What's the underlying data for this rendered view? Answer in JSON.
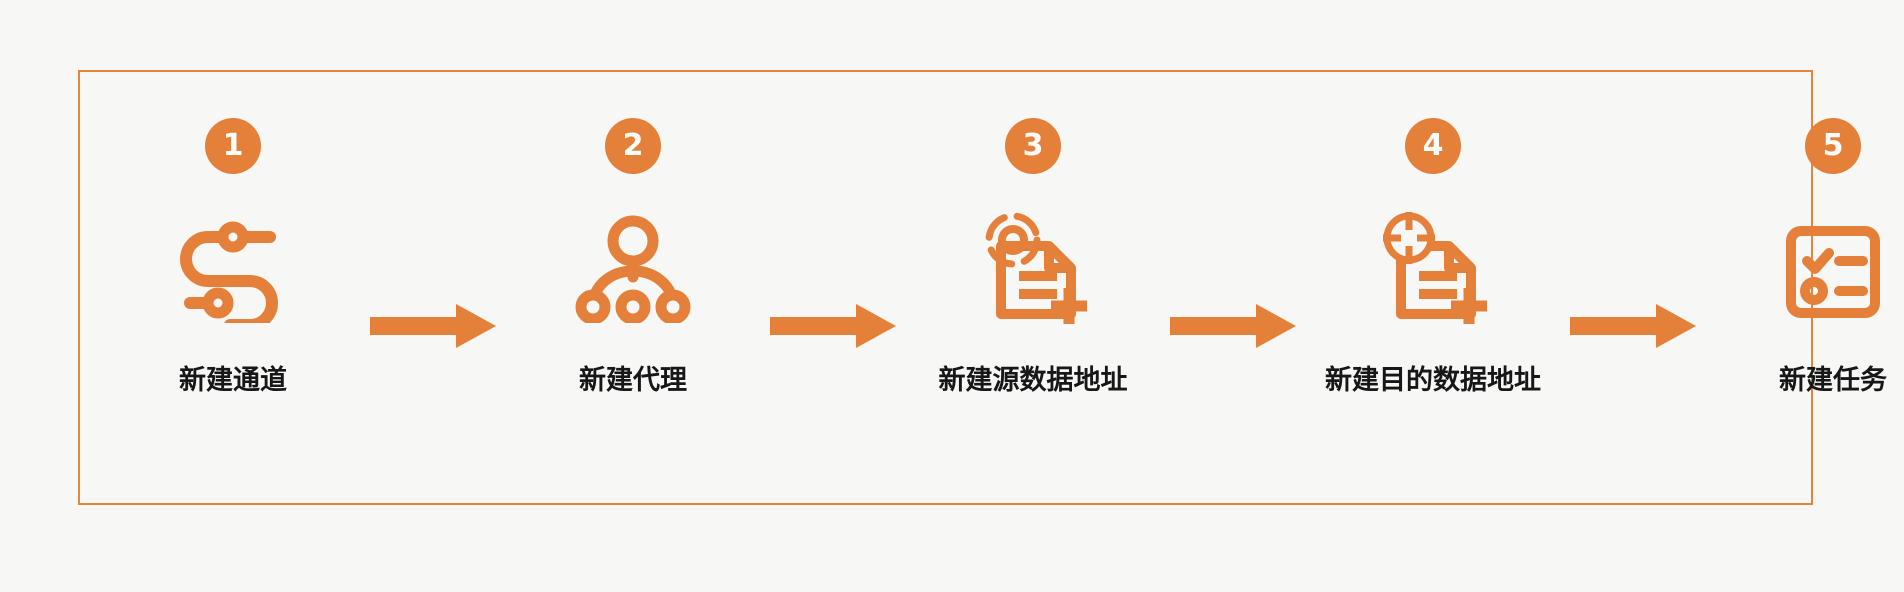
{
  "frame": {
    "name": "workflow-steps-frame",
    "border_color": "#e5853e",
    "background_color": "#f7f7f6"
  },
  "theme": {
    "accent": "#e5803b",
    "badge_text": "#fdfdfd",
    "label_text": "#171717",
    "page_background": "#f7f7f6"
  },
  "workflow": {
    "steps": [
      {
        "number": "1",
        "label": "新建通道",
        "icon": "channel-pipeline-icon"
      },
      {
        "number": "2",
        "label": "新建代理",
        "icon": "agent-hierarchy-icon"
      },
      {
        "number": "3",
        "label": "新建源数据地址",
        "icon": "source-document-add-icon"
      },
      {
        "number": "4",
        "label": "新建目的数据地址",
        "icon": "target-document-add-icon"
      },
      {
        "number": "5",
        "label": "新建任务",
        "icon": "task-checklist-icon"
      }
    ],
    "connectors": [
      {
        "icon": "arrow-right-icon"
      },
      {
        "icon": "arrow-right-icon"
      },
      {
        "icon": "arrow-right-icon"
      },
      {
        "icon": "arrow-right-icon"
      }
    ]
  }
}
